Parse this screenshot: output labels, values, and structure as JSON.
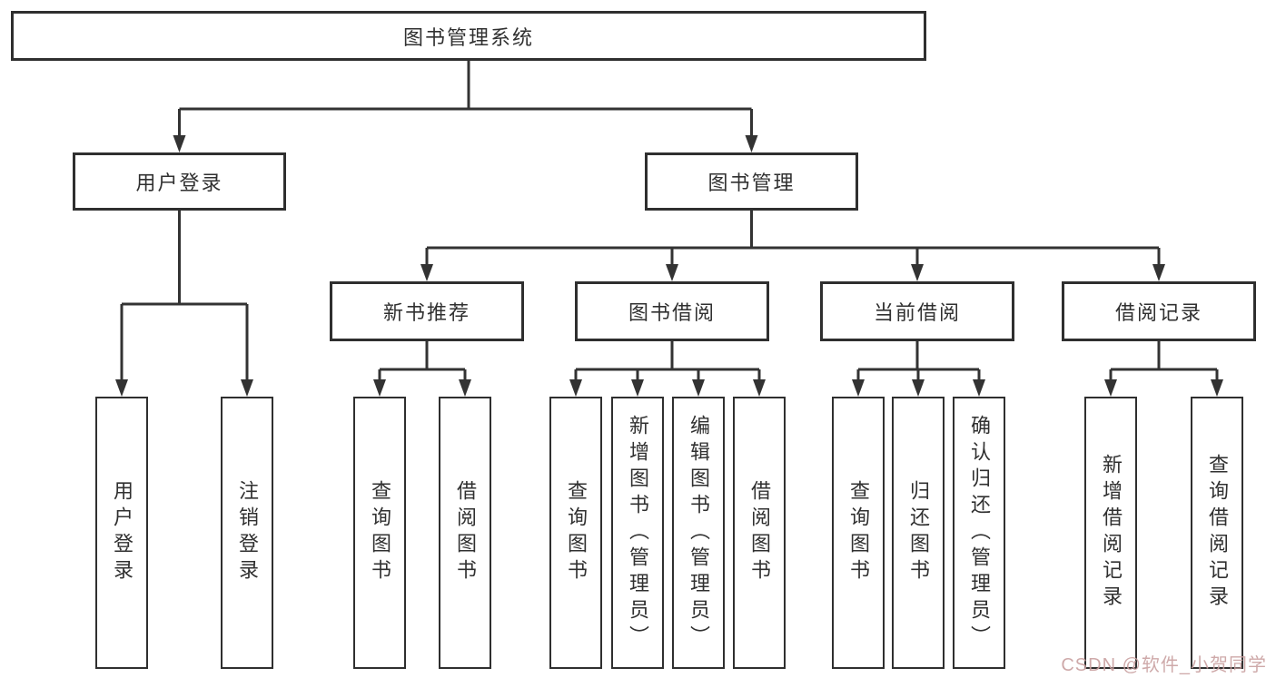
{
  "nodes": {
    "root": {
      "label": "图书管理系统"
    },
    "level2": [
      {
        "label": "用户登录"
      },
      {
        "label": "图书管理"
      }
    ],
    "level3": [
      {
        "label": "新书推荐"
      },
      {
        "label": "图书借阅"
      },
      {
        "label": "当前借阅"
      },
      {
        "label": "借阅记录"
      }
    ],
    "level4": [
      {
        "label": "用户登录"
      },
      {
        "label": "注销登录"
      },
      {
        "label": "查询图书"
      },
      {
        "label": "借阅图书"
      },
      {
        "label": "查询图书"
      },
      {
        "label": "新增图书（管理员）"
      },
      {
        "label": "编辑图书（管理员）"
      },
      {
        "label": "借阅图书"
      },
      {
        "label": "查询图书"
      },
      {
        "label": "归还图书"
      },
      {
        "label": "确认归还（管理员）"
      },
      {
        "label": "新增借阅记录"
      },
      {
        "label": "查询借阅记录"
      }
    ]
  },
  "colors": {
    "line": "#333333",
    "border": "#2f2f2f",
    "text": "#303030",
    "background": "#ffffff",
    "watermark": "#c9a0a0"
  },
  "watermark": {
    "text": "CSDN @软件_小贺同学"
  }
}
